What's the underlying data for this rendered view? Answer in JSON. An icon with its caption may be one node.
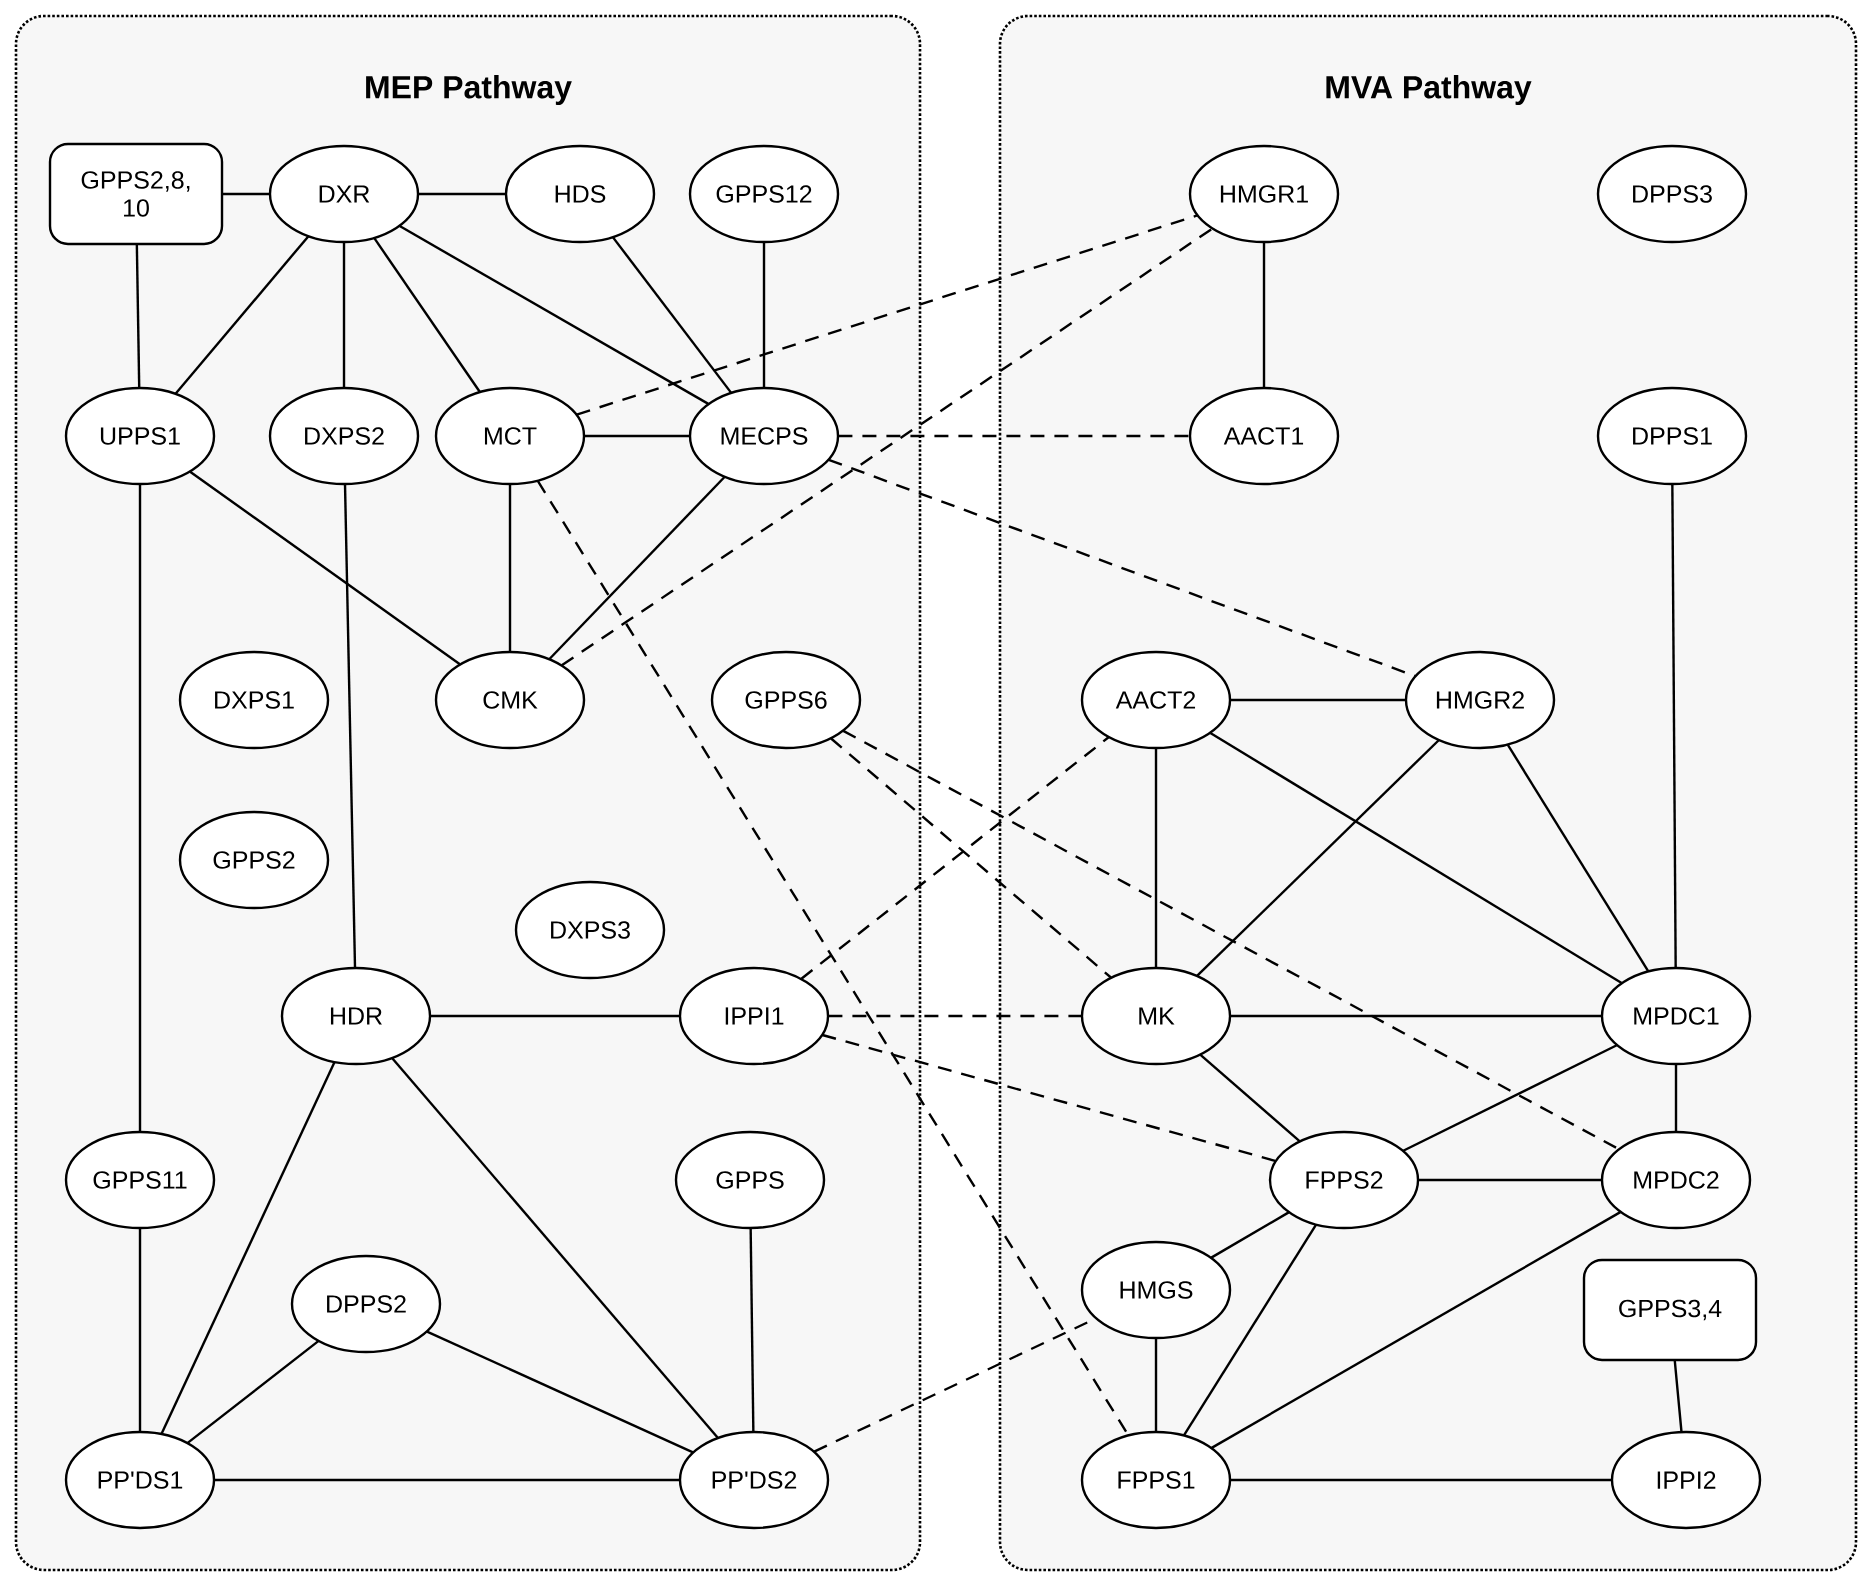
{
  "diagram": {
    "nodes": [
      {
        "text": [
          "MEP Pathway"
        ]
      },
      {
        "text": [
          "MVA Pathway"
        ]
      },
      {
        "text": [
          "GPPS2,8, 10"
        ],
        "in": 0
      },
      {
        "text": [
          "DXR"
        ],
        "in": 0
      },
      {
        "text": [
          "HDS"
        ],
        "in": 0
      },
      {
        "text": [
          "GPPS12"
        ],
        "in": 0
      },
      {
        "text": [
          "UPPS1"
        ],
        "in": 0
      },
      {
        "text": [
          "DXPS2"
        ],
        "in": 0
      },
      {
        "text": [
          "MCT"
        ],
        "in": 0
      },
      {
        "text": [
          "MECPS"
        ],
        "in": 0
      },
      {
        "text": [
          "DXPS1"
        ],
        "in": 0
      },
      {
        "text": [
          "CMK"
        ],
        "in": 0
      },
      {
        "text": [
          "GPPS6"
        ],
        "in": 0
      },
      {
        "text": [
          "GPPS2"
        ],
        "in": 0
      },
      {
        "text": [
          "DXPS3"
        ],
        "in": 0
      },
      {
        "text": [
          "HDR"
        ],
        "in": 0
      },
      {
        "text": [
          "IPPI1"
        ],
        "in": 0
      },
      {
        "text": [
          "GPPS11"
        ],
        "in": 0
      },
      {
        "text": [
          "GPPS"
        ],
        "in": 0
      },
      {
        "text": [
          "DPPS2"
        ],
        "in": 0
      },
      {
        "text": [
          "PP'DS1"
        ],
        "in": 0
      },
      {
        "text": [
          "PP'DS2"
        ],
        "in": 0
      },
      {
        "text": [
          "HMGR1"
        ],
        "in": 1
      },
      {
        "text": [
          "DPPS3"
        ],
        "in": 1
      },
      {
        "text": [
          "AACT1"
        ],
        "in": 1
      },
      {
        "text": [
          "DPPS1"
        ],
        "in": 1
      },
      {
        "text": [
          "AACT2"
        ],
        "in": 1
      },
      {
        "text": [
          "HMGR2"
        ],
        "in": 1
      },
      {
        "text": [
          "MK"
        ],
        "in": 1
      },
      {
        "text": [
          "MPDC1"
        ],
        "in": 1
      },
      {
        "text": [
          "FPPS2"
        ],
        "in": 1
      },
      {
        "text": [
          "MPDC2"
        ],
        "in": 1
      },
      {
        "text": [
          "HMGS"
        ],
        "in": 1
      },
      {
        "text": [
          "GPPS3,4"
        ],
        "in": 1
      },
      {
        "text": [
          "FPPS1"
        ],
        "in": 1
      },
      {
        "text": [
          "IPPI2"
        ],
        "in": 1
      }
    ],
    "edges": [
      {
        "from": 2,
        "to": 3,
        "arrow": "none"
      },
      {
        "from": 2,
        "to": 6,
        "arrow": "none"
      },
      {
        "from": 3,
        "to": 4,
        "arrow": "none"
      },
      {
        "from": 3,
        "to": 6,
        "arrow": "none"
      },
      {
        "from": 3,
        "to": 7,
        "arrow": "none"
      },
      {
        "from": 3,
        "to": 8,
        "arrow": "none"
      },
      {
        "from": 3,
        "to": 9,
        "arrow": "none"
      },
      {
        "from": 4,
        "to": 9,
        "arrow": "none"
      },
      {
        "from": 5,
        "to": 9,
        "arrow": "none"
      },
      {
        "from": 8,
        "to": 9,
        "arrow": "none"
      },
      {
        "from": 8,
        "to": 11,
        "arrow": "none"
      },
      {
        "from": 9,
        "to": 11,
        "arrow": "none"
      },
      {
        "from": 6,
        "to": 11,
        "arrow": "none"
      },
      {
        "from": 6,
        "to": 17,
        "arrow": "none"
      },
      {
        "from": 7,
        "to": 15,
        "arrow": "none"
      },
      {
        "from": 15,
        "to": 16,
        "arrow": "none"
      },
      {
        "from": 15,
        "to": 20,
        "arrow": "none"
      },
      {
        "from": 15,
        "to": 21,
        "arrow": "none"
      },
      {
        "from": 17,
        "to": 20,
        "arrow": "none"
      },
      {
        "from": 19,
        "to": 20,
        "arrow": "none"
      },
      {
        "from": 19,
        "to": 21,
        "arrow": "none"
      },
      {
        "from": 20,
        "to": 21,
        "arrow": "none"
      },
      {
        "from": 18,
        "to": 21,
        "arrow": "none"
      },
      {
        "from": 22,
        "to": 24,
        "arrow": "none"
      },
      {
        "from": 25,
        "to": 29,
        "arrow": "none"
      },
      {
        "from": 26,
        "to": 27,
        "arrow": "none"
      },
      {
        "from": 26,
        "to": 28,
        "arrow": "none"
      },
      {
        "from": 26,
        "to": 29,
        "arrow": "none"
      },
      {
        "from": 27,
        "to": 28,
        "arrow": "none"
      },
      {
        "from": 27,
        "to": 29,
        "arrow": "none"
      },
      {
        "from": 28,
        "to": 29,
        "arrow": "none"
      },
      {
        "from": 28,
        "to": 30,
        "arrow": "none"
      },
      {
        "from": 29,
        "to": 30,
        "arrow": "none"
      },
      {
        "from": 29,
        "to": 31,
        "arrow": "none"
      },
      {
        "from": 30,
        "to": 31,
        "arrow": "none"
      },
      {
        "from": 30,
        "to": 32,
        "arrow": "none"
      },
      {
        "from": 30,
        "to": 34,
        "arrow": "none"
      },
      {
        "from": 31,
        "to": 34,
        "arrow": "none"
      },
      {
        "from": 32,
        "to": 34,
        "arrow": "none"
      },
      {
        "from": 33,
        "to": 35,
        "arrow": "none"
      },
      {
        "from": 34,
        "to": 35,
        "arrow": "none"
      },
      {
        "from": 8,
        "to": 22,
        "arrow": "none",
        "style": "dashed"
      },
      {
        "from": 11,
        "to": 22,
        "arrow": "none",
        "style": "dashed"
      },
      {
        "from": 9,
        "to": 24,
        "arrow": "none",
        "style": "dashed"
      },
      {
        "from": 9,
        "to": 27,
        "arrow": "none",
        "style": "dashed"
      },
      {
        "from": 8,
        "to": 34,
        "arrow": "none",
        "style": "dashed"
      },
      {
        "from": 12,
        "to": 28,
        "arrow": "none",
        "style": "dashed"
      },
      {
        "from": 12,
        "to": 31,
        "arrow": "none",
        "style": "dashed"
      },
      {
        "from": 16,
        "to": 26,
        "arrow": "none",
        "style": "dashed"
      },
      {
        "from": 16,
        "to": 28,
        "arrow": "none",
        "style": "dashed"
      },
      {
        "from": 16,
        "to": 30,
        "arrow": "none",
        "style": "dashed"
      },
      {
        "from": 21,
        "to": 32,
        "arrow": "none",
        "style": "dashed"
      }
    ]
  }
}
